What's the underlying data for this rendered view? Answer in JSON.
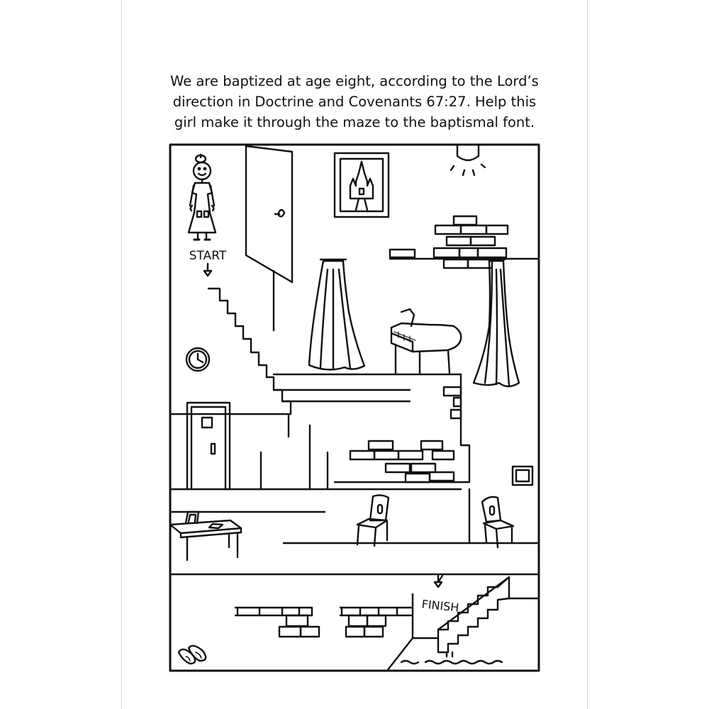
{
  "instructions": {
    "line1": "We are baptized at age eight, according to the Lord’s",
    "line2": "direction in Doctrine and Covenants 67:27. Help this",
    "line3": "girl make it through the maze to the baptismal font."
  },
  "labels": {
    "start": "START",
    "finish": "FINISH"
  },
  "colors": {
    "ink": "#111111",
    "paper": "#ffffff"
  }
}
